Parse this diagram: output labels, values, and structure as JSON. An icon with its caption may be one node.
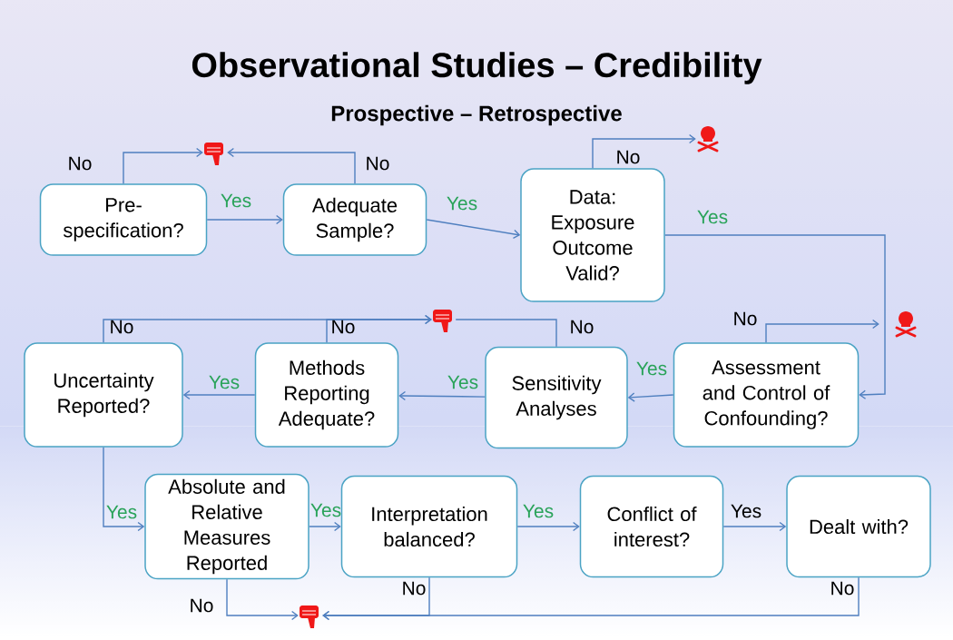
{
  "diagram": {
    "title": "Observational Studies – Credibility",
    "nodes": [
      {
        "text": [
          "Pre-specification?"
        ]
      },
      {
        "text": [],
        "shape": "picture"
      },
      {
        "text": [
          "Adequate Sample?"
        ]
      },
      {
        "text": [],
        "shape": "picture"
      },
      {
        "text": [
          "Data: Exposure Outcome Valid?"
        ]
      },
      {
        "text": [],
        "shape": "picture"
      },
      {
        "text": [],
        "shape": "picture"
      },
      {
        "text": [
          "Uncertainty Reported?"
        ]
      },
      {
        "text": [
          "Methods Reporting Adequate?"
        ]
      },
      {
        "text": [
          "Sensitivity Analyses"
        ]
      },
      {
        "text": [
          "Assessment and Control of Confounding?"
        ]
      },
      {
        "text": [
          "Absolute and Relative Measures Reported"
        ]
      },
      {
        "text": [
          "Interpretation balanced?"
        ]
      },
      {
        "text": [
          "Conflict of interest?"
        ]
      },
      {
        "text": [
          "Dealt with?"
        ]
      },
      {
        "text": [],
        "shape": "picture"
      }
    ],
    "edges": [
      {
        "from": 0,
        "to": 1,
        "arrow": "to",
        "label": "No"
      },
      {
        "from": 2,
        "to": 1,
        "arrow": "to",
        "label": "No"
      },
      {
        "from": 0,
        "to": 2,
        "arrow": "to",
        "label": "Yes"
      },
      {
        "from": 2,
        "to": 4,
        "arrow": "to",
        "label": "Yes"
      },
      {
        "from": 4,
        "to": 3,
        "arrow": "to",
        "label": "No"
      },
      {
        "from": 4,
        "to": 10,
        "arrow": "to",
        "label": "Yes"
      },
      {
        "from": 10,
        "to": 6,
        "arrow": "to",
        "label": "No"
      },
      {
        "from": 10,
        "to": 9,
        "arrow": "to",
        "label": "Yes"
      },
      {
        "from": 9,
        "to": 8,
        "arrow": "to",
        "label": "Yes"
      },
      {
        "from": 8,
        "to": 7,
        "arrow": "to",
        "label": "Yes"
      },
      {
        "from": 7,
        "to": 5,
        "arrow": "to",
        "label": "No"
      },
      {
        "from": 8,
        "to": 5,
        "arrow": "to",
        "label": "No"
      },
      {
        "from": 9,
        "to": 5,
        "arrow": "none",
        "label": "No"
      },
      {
        "from": 7,
        "to": 11,
        "arrow": "to",
        "label": "Yes"
      },
      {
        "from": 11,
        "to": 12,
        "arrow": "to",
        "label": "Yes"
      },
      {
        "from": 12,
        "to": 13,
        "arrow": "to",
        "label": "Yes"
      },
      {
        "from": 13,
        "to": 14,
        "arrow": "to",
        "label": "Yes"
      },
      {
        "from": 11,
        "to": 15,
        "arrow": "to",
        "label": "No"
      },
      {
        "from": 12,
        "to": 15,
        "arrow": "to",
        "label": "No"
      },
      {
        "from": 14,
        "to": 15,
        "arrow": "to",
        "label": "No"
      }
    ],
    "labels": [
      "Prospective – Retrospective"
    ]
  }
}
